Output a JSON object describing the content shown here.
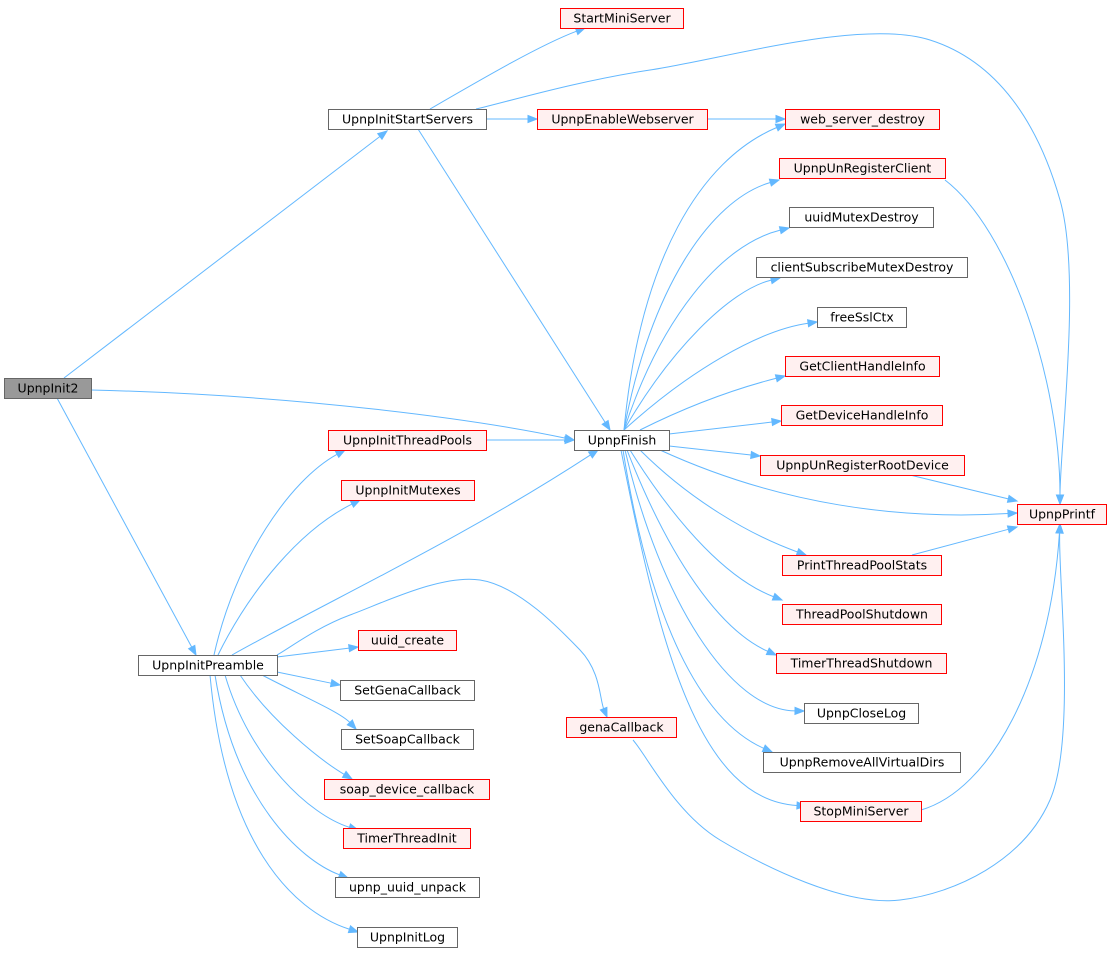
{
  "graph": {
    "nodes": [
      {
        "id": "UpnpInit2",
        "label": "UpnpInit2",
        "style": "root"
      },
      {
        "id": "UpnpInitStartServers",
        "label": "UpnpInitStartServers",
        "style": "black"
      },
      {
        "id": "StartMiniServer",
        "label": "StartMiniServer",
        "style": "red"
      },
      {
        "id": "UpnpEnableWebserver",
        "label": "UpnpEnableWebserver",
        "style": "red"
      },
      {
        "id": "web_server_destroy",
        "label": "web_server_destroy",
        "style": "red"
      },
      {
        "id": "UpnpUnRegisterClient",
        "label": "UpnpUnRegisterClient",
        "style": "red"
      },
      {
        "id": "uuidMutexDestroy",
        "label": "uuidMutexDestroy",
        "style": "black"
      },
      {
        "id": "clientSubscribeMutexDestroy",
        "label": "clientSubscribeMutexDestroy",
        "style": "black"
      },
      {
        "id": "freeSslCtx",
        "label": "freeSslCtx",
        "style": "black"
      },
      {
        "id": "GetClientHandleInfo",
        "label": "GetClientHandleInfo",
        "style": "red"
      },
      {
        "id": "GetDeviceHandleInfo",
        "label": "GetDeviceHandleInfo",
        "style": "red"
      },
      {
        "id": "UpnpInitThreadPools",
        "label": "UpnpInitThreadPools",
        "style": "red"
      },
      {
        "id": "UpnpFinish",
        "label": "UpnpFinish",
        "style": "black"
      },
      {
        "id": "UpnpUnRegisterRootDevice",
        "label": "UpnpUnRegisterRootDevice",
        "style": "red"
      },
      {
        "id": "UpnpInitMutexes",
        "label": "UpnpInitMutexes",
        "style": "red"
      },
      {
        "id": "UpnpPrintf",
        "label": "UpnpPrintf",
        "style": "red"
      },
      {
        "id": "PrintThreadPoolStats",
        "label": "PrintThreadPoolStats",
        "style": "red"
      },
      {
        "id": "ThreadPoolShutdown",
        "label": "ThreadPoolShutdown",
        "style": "red"
      },
      {
        "id": "uuid_create",
        "label": "uuid_create",
        "style": "red"
      },
      {
        "id": "UpnpInitPreamble",
        "label": "UpnpInitPreamble",
        "style": "black"
      },
      {
        "id": "TimerThreadShutdown",
        "label": "TimerThreadShutdown",
        "style": "red"
      },
      {
        "id": "SetGenaCallback",
        "label": "SetGenaCallback",
        "style": "black"
      },
      {
        "id": "UpnpCloseLog",
        "label": "UpnpCloseLog",
        "style": "black"
      },
      {
        "id": "genaCallback",
        "label": "genaCallback",
        "style": "red"
      },
      {
        "id": "SetSoapCallback",
        "label": "SetSoapCallback",
        "style": "black"
      },
      {
        "id": "UpnpRemoveAllVirtualDirs",
        "label": "UpnpRemoveAllVirtualDirs",
        "style": "black"
      },
      {
        "id": "soap_device_callback",
        "label": "soap_device_callback",
        "style": "red"
      },
      {
        "id": "StopMiniServer",
        "label": "StopMiniServer",
        "style": "red"
      },
      {
        "id": "TimerThreadInit",
        "label": "TimerThreadInit",
        "style": "red"
      },
      {
        "id": "upnp_uuid_unpack",
        "label": "upnp_uuid_unpack",
        "style": "black"
      },
      {
        "id": "UpnpInitLog",
        "label": "UpnpInitLog",
        "style": "black"
      }
    ],
    "edges": [
      {
        "from": "UpnpInit2",
        "to": "UpnpInitStartServers"
      },
      {
        "from": "UpnpInit2",
        "to": "UpnpFinish"
      },
      {
        "from": "UpnpInit2",
        "to": "UpnpInitPreamble"
      },
      {
        "from": "UpnpInitStartServers",
        "to": "StartMiniServer"
      },
      {
        "from": "UpnpInitStartServers",
        "to": "UpnpEnableWebserver"
      },
      {
        "from": "UpnpInitStartServers",
        "to": "UpnpPrintf"
      },
      {
        "from": "UpnpInitStartServers",
        "to": "UpnpFinish"
      },
      {
        "from": "UpnpEnableWebserver",
        "to": "web_server_destroy"
      },
      {
        "from": "UpnpInitThreadPools",
        "to": "UpnpFinish"
      },
      {
        "from": "UpnpFinish",
        "to": "web_server_destroy"
      },
      {
        "from": "UpnpFinish",
        "to": "UpnpUnRegisterClient"
      },
      {
        "from": "UpnpFinish",
        "to": "uuidMutexDestroy"
      },
      {
        "from": "UpnpFinish",
        "to": "clientSubscribeMutexDestroy"
      },
      {
        "from": "UpnpFinish",
        "to": "freeSslCtx"
      },
      {
        "from": "UpnpFinish",
        "to": "GetClientHandleInfo"
      },
      {
        "from": "UpnpFinish",
        "to": "GetDeviceHandleInfo"
      },
      {
        "from": "UpnpFinish",
        "to": "UpnpUnRegisterRootDevice"
      },
      {
        "from": "UpnpFinish",
        "to": "UpnpPrintf"
      },
      {
        "from": "UpnpFinish",
        "to": "PrintThreadPoolStats"
      },
      {
        "from": "UpnpFinish",
        "to": "ThreadPoolShutdown"
      },
      {
        "from": "UpnpFinish",
        "to": "TimerThreadShutdown"
      },
      {
        "from": "UpnpFinish",
        "to": "UpnpCloseLog"
      },
      {
        "from": "UpnpFinish",
        "to": "UpnpRemoveAllVirtualDirs"
      },
      {
        "from": "UpnpFinish",
        "to": "StopMiniServer"
      },
      {
        "from": "UpnpUnRegisterClient",
        "to": "UpnpPrintf"
      },
      {
        "from": "UpnpUnRegisterRootDevice",
        "to": "UpnpPrintf"
      },
      {
        "from": "PrintThreadPoolStats",
        "to": "UpnpPrintf"
      },
      {
        "from": "StopMiniServer",
        "to": "UpnpPrintf"
      },
      {
        "from": "genaCallback",
        "to": "UpnpPrintf"
      },
      {
        "from": "UpnpInitPreamble",
        "to": "UpnpInitThreadPools"
      },
      {
        "from": "UpnpInitPreamble",
        "to": "UpnpInitMutexes"
      },
      {
        "from": "UpnpInitPreamble",
        "to": "UpnpFinish"
      },
      {
        "from": "UpnpInitPreamble",
        "to": "genaCallback"
      },
      {
        "from": "UpnpInitPreamble",
        "to": "uuid_create"
      },
      {
        "from": "UpnpInitPreamble",
        "to": "SetGenaCallback"
      },
      {
        "from": "UpnpInitPreamble",
        "to": "SetSoapCallback"
      },
      {
        "from": "UpnpInitPreamble",
        "to": "soap_device_callback"
      },
      {
        "from": "UpnpInitPreamble",
        "to": "TimerThreadInit"
      },
      {
        "from": "UpnpInitPreamble",
        "to": "upnp_uuid_unpack"
      },
      {
        "from": "UpnpInitPreamble",
        "to": "UpnpInitLog"
      }
    ]
  }
}
